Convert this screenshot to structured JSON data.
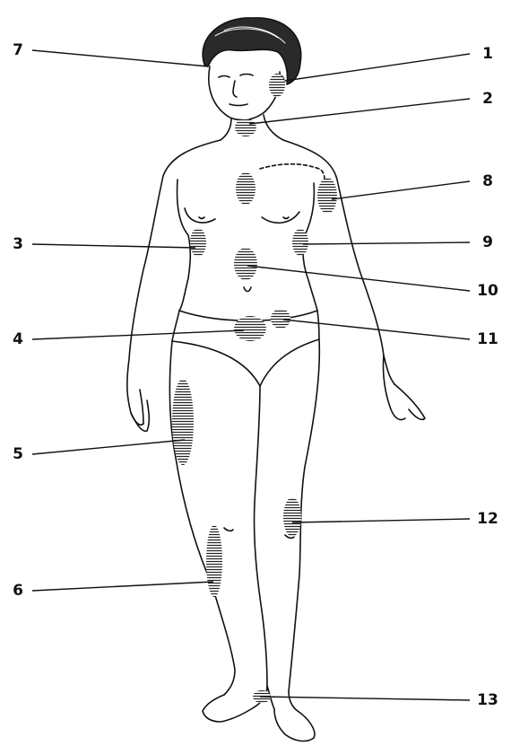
{
  "callouts": {
    "n1": "1",
    "n2": "2",
    "n3": "3",
    "n4": "4",
    "n5": "5",
    "n6": "6",
    "n7": "7",
    "n8": "8",
    "n9": "9",
    "n10": "10",
    "n11": "11",
    "n12": "12",
    "n13": "13"
  },
  "style": {
    "line_color": "#111111",
    "hatch_color": "#222222",
    "background": "#ffffff"
  }
}
